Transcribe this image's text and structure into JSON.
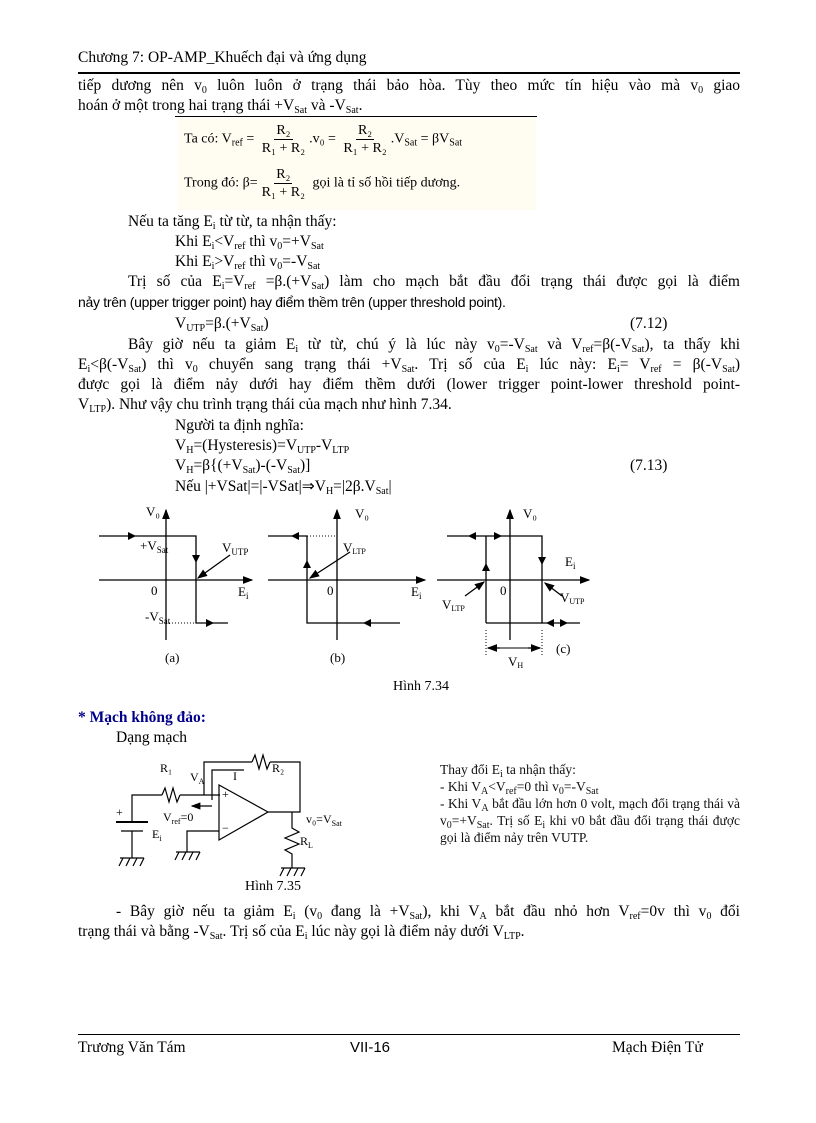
{
  "header": {
    "title": "Chương 7: OP-AMP_Khuếch đại và ứng dụng"
  },
  "para1": [
    [
      "tiếp dương nên v",
      {
        "sub": "0"
      },
      " luôn luôn ở trạng thái bảo hòa. Tùy theo mức tín hiệu vào mà v",
      {
        "sub": "0"
      },
      " giao"
    ],
    [
      "hoán ở một trong hai trạng thái +V",
      {
        "sub": "Sat"
      },
      " và -V",
      {
        "sub": "Sat"
      },
      "."
    ]
  ],
  "formula": {
    "ta_co": "Ta có: V",
    "ref_sub": "ref",
    "eq": "=",
    "num": "R₂",
    "den": "R₁ + R₂",
    "v0": ".v₀ =",
    "vsat": ".V",
    "sat_sub": "Sat",
    "beta_vsat": "= βV",
    "trong_do": "Trong đó:",
    "beta_eq": "β=",
    "note": "gọi là tỉ số hồi tiếp dương."
  },
  "para2": [
    [
      "Nếu ta tăng E",
      {
        "sub": "i"
      },
      " từ từ, ta nhận thấy:"
    ],
    [
      "Khi E",
      {
        "sub": "i"
      },
      "<V",
      {
        "sub": "ref"
      },
      " thì v",
      {
        "sub": "0"
      },
      "=+V",
      {
        "sub": "Sat"
      }
    ],
    [
      "Khi E",
      {
        "sub": "i"
      },
      ">V",
      {
        "sub": "ref"
      },
      "  thì v",
      {
        "sub": "0"
      },
      "=-V",
      {
        "sub": "Sat"
      }
    ]
  ],
  "para3": [
    [
      "Trị số của E",
      {
        "sub": "i"
      },
      "=V",
      {
        "sub": "ref"
      },
      " =β.(+V",
      {
        "sub": "Sat"
      },
      ")  làm cho mạch bắt đầu đổi trạng thái được gọi là điểm"
    ],
    [
      "nảy trên (upper trigger point) hay điểm thềm trên (upper threshold point)."
    ]
  ],
  "eq712": {
    "text": [
      "V",
      {
        "sub": "UTP"
      },
      "=β.(+V",
      {
        "sub": "Sat"
      },
      ")"
    ],
    "number": "(7.12)"
  },
  "para4": [
    [
      "Bây giờ nếu ta giảm E",
      {
        "sub": "i"
      },
      " từ từ, chú ý là lúc này v",
      {
        "sub": "0"
      },
      "=-V",
      {
        "sub": "Sat"
      },
      " và V",
      {
        "sub": "ref"
      },
      "=β(-V",
      {
        "sub": "Sat"
      },
      "), ta thấy khi"
    ],
    [
      "E",
      {
        "sub": "i"
      },
      "<β(-V",
      {
        "sub": "Sat"
      },
      ") thì v",
      {
        "sub": "0"
      },
      " chuyển sang trạng thái +V",
      {
        "sub": "Sat"
      },
      ". Trị số của E",
      {
        "sub": "i"
      },
      " lúc này: E",
      {
        "sub": "i"
      },
      "= V",
      {
        "sub": "ref"
      },
      " = β(-V",
      {
        "sub": "Sat"
      },
      ")"
    ],
    [
      "được gọi là điểm nảy dưới hay điểm thềm dưới (lower trigger point-lower threshold point-"
    ],
    [
      "V",
      {
        "sub": "LTP"
      },
      "). Như vậy chu trình trạng thái của mạch như hình 7.34."
    ]
  ],
  "para5": [
    [
      "Người ta định nghĩa:"
    ],
    [
      "V",
      {
        "sub": "H"
      },
      "=(Hysteresis)=V",
      {
        "sub": "UTP"
      },
      "-V",
      {
        "sub": "LTP"
      }
    ],
    [
      "V",
      {
        "sub": "H"
      },
      "=β{(+V",
      {
        "sub": "Sat"
      },
      ")-(-V",
      {
        "sub": "Sat"
      },
      ")]"
    ],
    [
      "Nếu |+VSat|=|-VSat|⇒V",
      {
        "sub": "H"
      },
      "=|2β.V",
      {
        "sub": "Sat"
      },
      "|"
    ]
  ],
  "eq713": {
    "number": "(7.13)"
  },
  "figure734": {
    "caption": "Hình 7.34",
    "v0": "V₀",
    "ei": "E",
    "ei_sub": "i",
    "zero": "0",
    "plus_vsat": "+V",
    "minus_vsat": "-V",
    "sat_sub": "Sat",
    "v": "V",
    "utp_sub": "UTP",
    "ltp_sub": "LTP",
    "h_sub": "H",
    "label_a": "(a)",
    "label_b": "(b)",
    "label_c": "(c)"
  },
  "section": {
    "heading": "* Mạch không đảo:",
    "subheading": "Dạng mạch"
  },
  "figure735": {
    "caption": "Hình 7.35",
    "r1": "R₁",
    "r2": "R₂",
    "rl": "R",
    "rl_sub": "L",
    "va": "V",
    "va_sub": "A",
    "i": "I",
    "vref": "V",
    "vref_sub": "ref",
    "vref_val": "=0",
    "v0": "v₀=V",
    "v0_sub": "Sat",
    "ei": "E",
    "ei_sub": "i",
    "plus": "+",
    "minus": "−"
  },
  "side_note": [
    [
      "Thay đổi E",
      {
        "sub": "i"
      },
      " ta nhận thấy:"
    ],
    [
      " - Khi V",
      {
        "sub": "A"
      },
      "<V",
      {
        "sub": "ref"
      },
      "=0 thì v",
      {
        "sub": "0"
      },
      "=-V",
      {
        "sub": "Sat"
      }
    ],
    [
      " - Khi V",
      {
        "sub": "A"
      },
      " bắt đầu lớn hơn 0 volt, mạch đổi trạng thái và v",
      {
        "sub": "0"
      },
      "=+V",
      {
        "sub": "Sat"
      },
      ". Trị số E",
      {
        "sub": "i"
      },
      " khi v0 bắt đầu đổi trạng thái được gọi là điểm nảy trên VUTP."
    ]
  ],
  "para6": [
    [
      "- Bây giờ nếu ta giảm E",
      {
        "sub": "i"
      },
      " (v",
      {
        "sub": "0"
      },
      " đang là +V",
      {
        "sub": "Sat"
      },
      "), khi V",
      {
        "sub": "A"
      },
      " bắt đầu nhỏ hơn V",
      {
        "sub": "ref"
      },
      "=0v thì v",
      {
        "sub": "0"
      },
      " đổi"
    ],
    [
      "trạng thái và bằng -V",
      {
        "sub": "Sat"
      },
      ". Trị số  của E",
      {
        "sub": "i"
      },
      " lúc này gọi là điểm nảy dưới V",
      {
        "sub": "LTP"
      },
      "."
    ]
  ],
  "footer": {
    "author": "Trương Văn Tám",
    "page": "VII-16",
    "book": "Mạch Điện Tử"
  }
}
